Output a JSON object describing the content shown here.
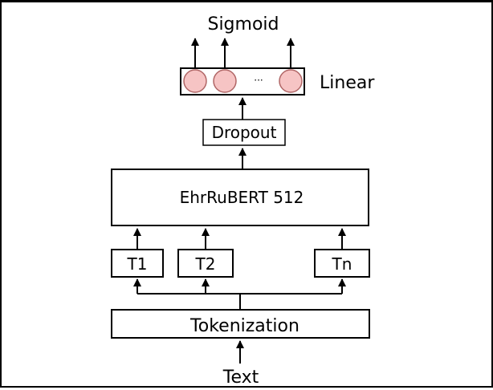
{
  "diagram": {
    "output_label": "Sigmoid",
    "linear_label": "Linear",
    "ellipsis": "···",
    "dropout_label": "Dropout",
    "encoder_label": "EhrRuBERT 512",
    "token_labels": [
      "T1",
      "T2",
      "Tn"
    ],
    "tokenization_label": "Tokenization",
    "input_label": "Text",
    "neuron_fill": "#f6c4c4",
    "neuron_stroke": "#b06666",
    "line_color": "#000000"
  }
}
